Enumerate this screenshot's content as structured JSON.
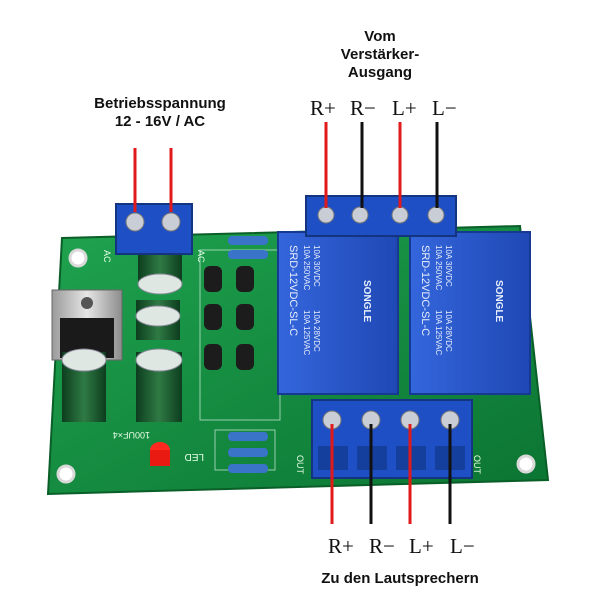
{
  "labels": {
    "power_line1": "Betriebsspannung",
    "power_line2": "12 - 16V / AC",
    "input_line1": "Vom",
    "input_line2": "Verstärker-",
    "input_line3": "Ausgang",
    "output_caption": "Zu den Lautsprechern"
  },
  "top_terminals": [
    "R+",
    "R−",
    "L+",
    "L−"
  ],
  "bottom_terminals": [
    "R+",
    "R−",
    "L+",
    "L−"
  ],
  "board_text": {
    "ac_left": "AC",
    "ac_right": "AC",
    "out_left": "OUT",
    "out_right": "OUT",
    "led": "LED",
    "loop": "100UF×4"
  },
  "relay": {
    "brand": "SONGLE",
    "model": "SRD-12VDC-SL-C",
    "rating1": "10A 250VAC",
    "rating2": "10A 30VDC",
    "rating3": "10A 125VAC",
    "rating4": "10A 28VDC"
  },
  "colors": {
    "pcb": "#0f8a3c",
    "terminal_blue": "#1f4fc4",
    "relay_blue": "#2c5ad0",
    "wire_red": "#e01a1a",
    "wire_black": "#111111"
  }
}
